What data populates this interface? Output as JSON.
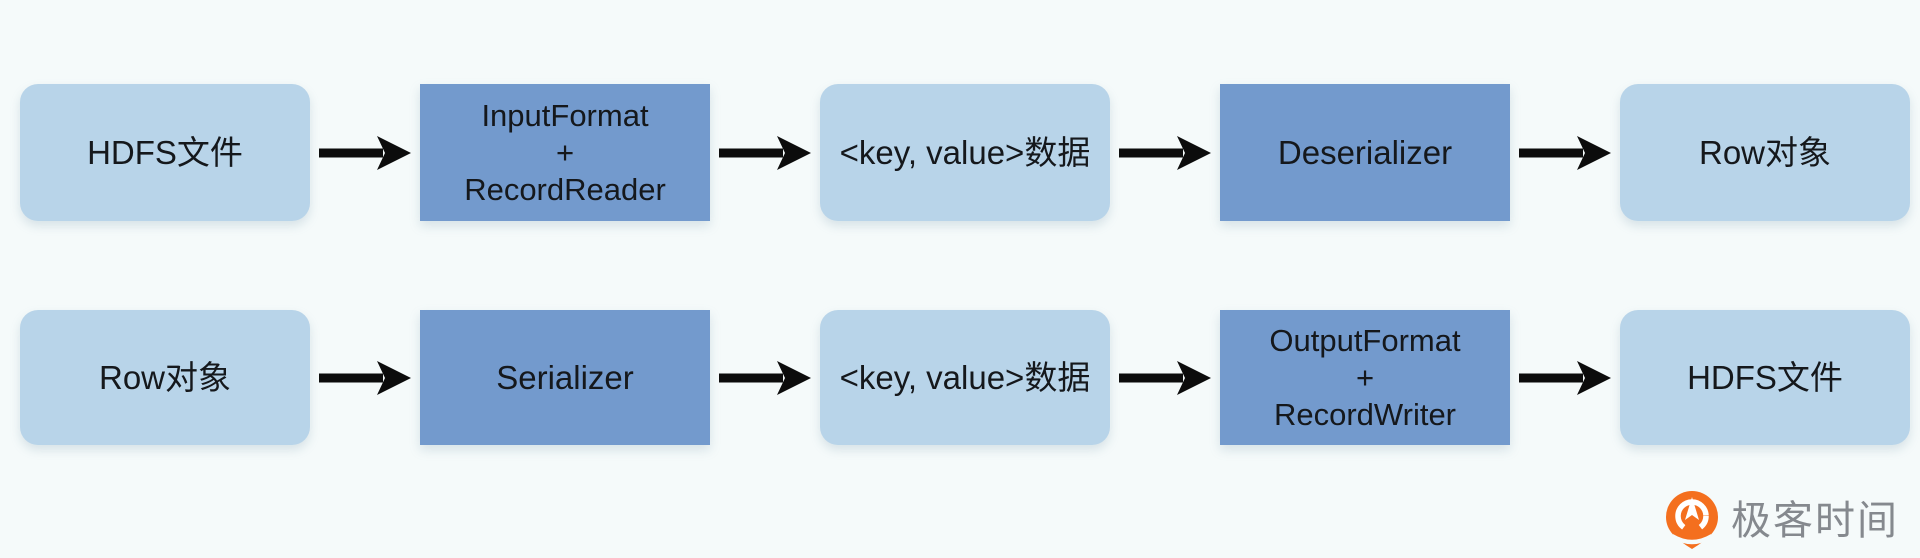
{
  "colors": {
    "background": "#f5fafa",
    "node_light": "#b8d4e9",
    "node_dark": "#739acd",
    "node_text": "#15181c",
    "arrow": "#0c0c0c",
    "logo_orange": "#f46f1e",
    "logo_text_gray": "#85898e"
  },
  "flow": {
    "rows": [
      {
        "id": "deserialization-read-path",
        "nodes": [
          {
            "style": "light",
            "lines": [
              "HDFS文件"
            ]
          },
          {
            "style": "dark",
            "lines": [
              "InputFormat",
              "+",
              "RecordReader"
            ]
          },
          {
            "style": "light",
            "lines": [
              "<key, value>数据"
            ]
          },
          {
            "style": "dark",
            "lines": [
              "Deserializer"
            ]
          },
          {
            "style": "light",
            "lines": [
              "Row对象"
            ]
          }
        ]
      },
      {
        "id": "serialization-write-path",
        "nodes": [
          {
            "style": "light",
            "lines": [
              "Row对象"
            ]
          },
          {
            "style": "dark",
            "lines": [
              "Serializer"
            ]
          },
          {
            "style": "light",
            "lines": [
              "<key, value>数据"
            ]
          },
          {
            "style": "dark",
            "lines": [
              "OutputFormat",
              "+",
              "RecordWriter"
            ]
          },
          {
            "style": "light",
            "lines": [
              "HDFS文件"
            ]
          }
        ]
      }
    ]
  },
  "logo": {
    "text": "极客时间"
  }
}
